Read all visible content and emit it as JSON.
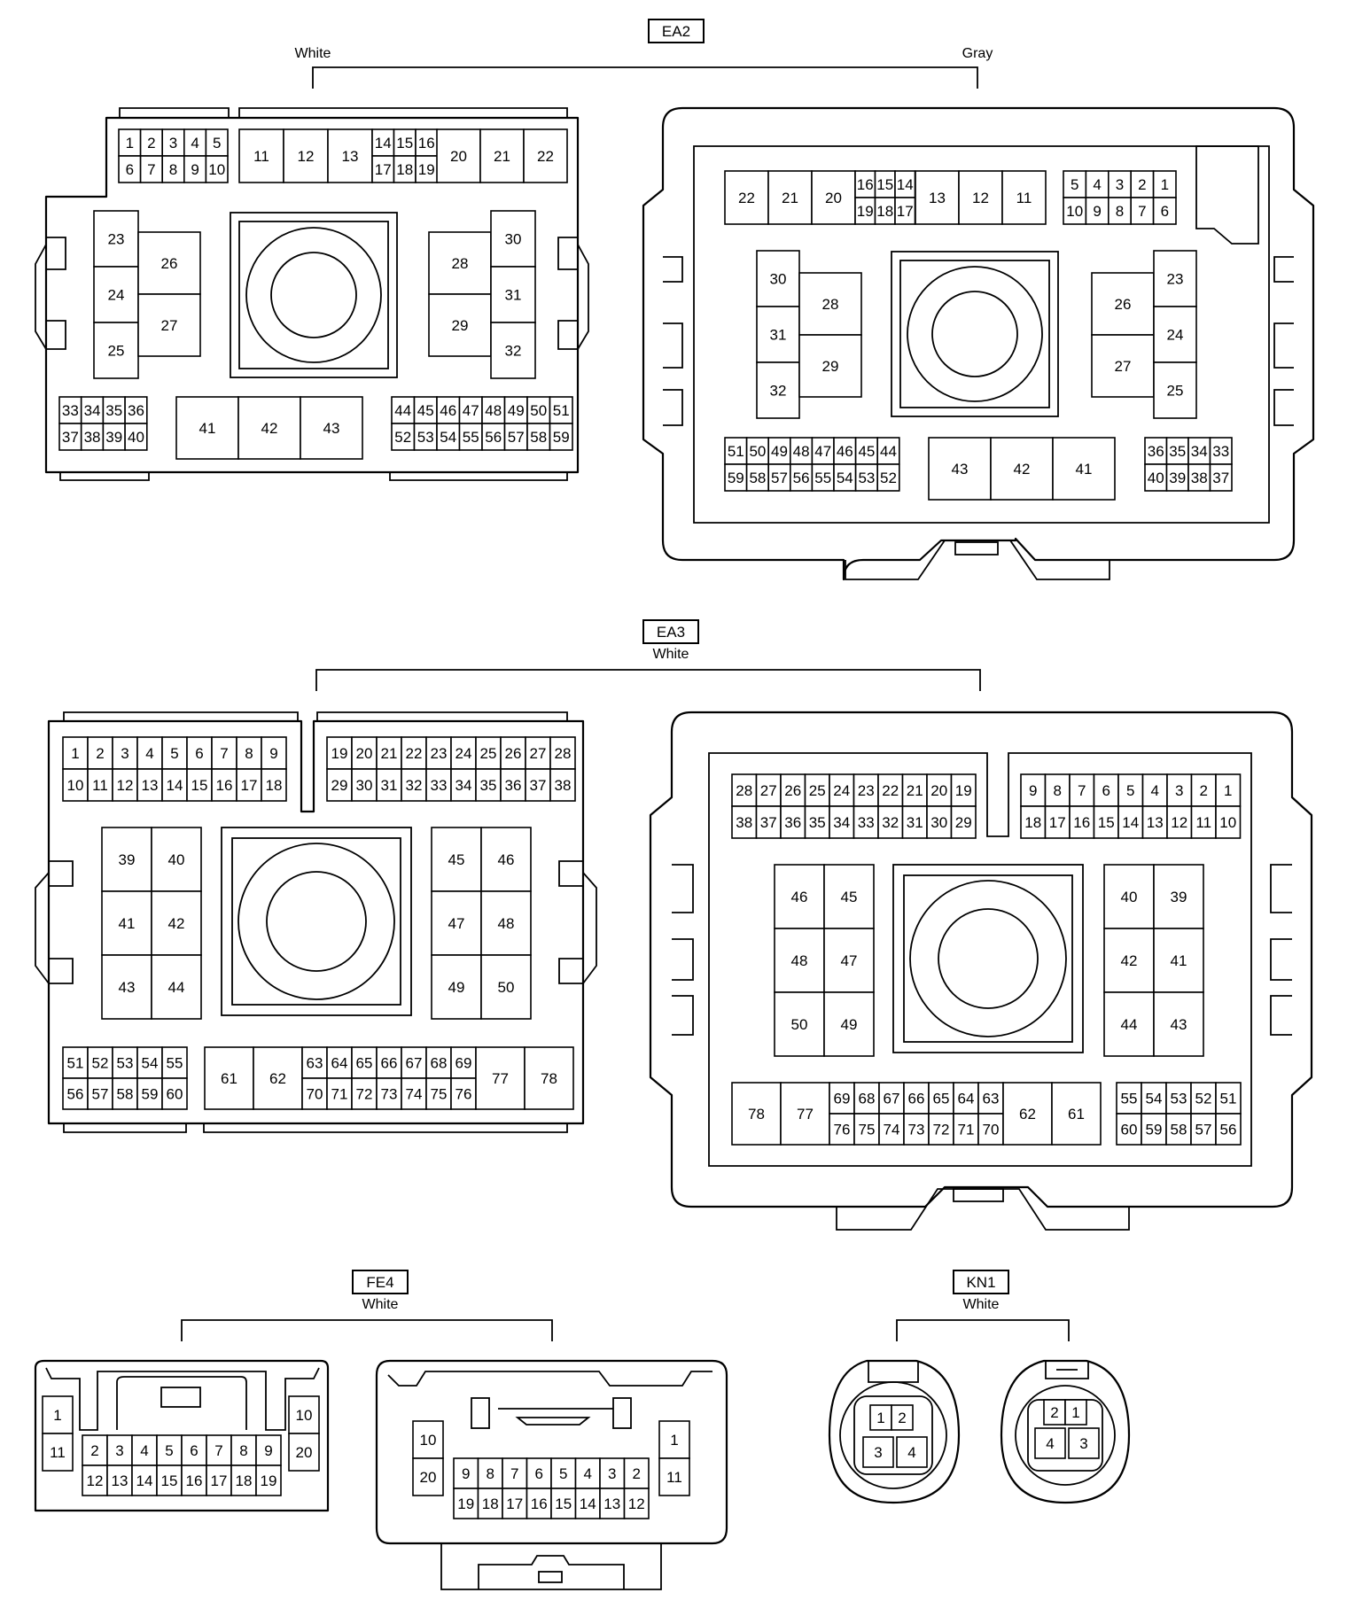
{
  "connectors": {
    "ea2": {
      "tag": "EA2",
      "left_color": "White",
      "right_color": "Gray",
      "male": {
        "top_small": [
          [
            "1",
            "2",
            "3",
            "4",
            "5"
          ],
          [
            "6",
            "7",
            "8",
            "9",
            "10"
          ]
        ],
        "top_big_left": [
          "11",
          "12",
          "13"
        ],
        "top_mid": [
          [
            "14",
            "15",
            "16"
          ],
          [
            "17",
            "18",
            "19"
          ]
        ],
        "top_big_right": [
          "20",
          "21",
          "22"
        ],
        "left_col": [
          "23",
          "24",
          "25"
        ],
        "left_pair": [
          "26",
          "27"
        ],
        "right_pair": [
          "28",
          "29"
        ],
        "right_col": [
          "30",
          "31",
          "32"
        ],
        "bottom_left": [
          [
            "33",
            "34",
            "35",
            "36"
          ],
          [
            "37",
            "38",
            "39",
            "40"
          ]
        ],
        "bottom_mid": [
          "41",
          "42",
          "43"
        ],
        "bottom_right": [
          [
            "44",
            "45",
            "46",
            "47",
            "48",
            "49",
            "50",
            "51"
          ],
          [
            "52",
            "53",
            "54",
            "55",
            "56",
            "57",
            "58",
            "59"
          ]
        ]
      },
      "female": {
        "top_big_left": [
          "22",
          "21",
          "20"
        ],
        "top_mid": [
          [
            "16",
            "15",
            "14"
          ],
          [
            "19",
            "18",
            "17"
          ]
        ],
        "top_big_right": [
          "13",
          "12",
          "11"
        ],
        "top_small": [
          [
            "5",
            "4",
            "3",
            "2",
            "1"
          ],
          [
            "10",
            "9",
            "8",
            "7",
            "6"
          ]
        ],
        "left_col": [
          "30",
          "31",
          "32"
        ],
        "left_pair": [
          "28",
          "29"
        ],
        "right_pair": [
          "26",
          "27"
        ],
        "right_col": [
          "23",
          "24",
          "25"
        ],
        "bottom_left": [
          [
            "51",
            "50",
            "49",
            "48",
            "47",
            "46",
            "45",
            "44"
          ],
          [
            "59",
            "58",
            "57",
            "56",
            "55",
            "54",
            "53",
            "52"
          ]
        ],
        "bottom_mid": [
          "43",
          "42",
          "41"
        ],
        "bottom_right": [
          [
            "36",
            "35",
            "34",
            "33"
          ],
          [
            "40",
            "39",
            "38",
            "37"
          ]
        ]
      }
    },
    "ea3": {
      "tag": "EA3",
      "color": "White",
      "male": {
        "top_left": [
          [
            "1",
            "2",
            "3",
            "4",
            "5",
            "6",
            "7",
            "8",
            "9"
          ],
          [
            "10",
            "11",
            "12",
            "13",
            "14",
            "15",
            "16",
            "17",
            "18"
          ]
        ],
        "top_right": [
          [
            "19",
            "20",
            "21",
            "22",
            "23",
            "24",
            "25",
            "26",
            "27",
            "28"
          ],
          [
            "29",
            "30",
            "31",
            "32",
            "33",
            "34",
            "35",
            "36",
            "37",
            "38"
          ]
        ],
        "left_grid": [
          [
            "39",
            "40"
          ],
          [
            "41",
            "42"
          ],
          [
            "43",
            "44"
          ]
        ],
        "right_grid": [
          [
            "45",
            "46"
          ],
          [
            "47",
            "48"
          ],
          [
            "49",
            "50"
          ]
        ],
        "bottom_left": [
          [
            "51",
            "52",
            "53",
            "54",
            "55"
          ],
          [
            "56",
            "57",
            "58",
            "59",
            "60"
          ]
        ],
        "bottom_big_left": [
          "61",
          "62"
        ],
        "bottom_mid": [
          [
            "63",
            "64",
            "65",
            "66",
            "67",
            "68",
            "69"
          ],
          [
            "70",
            "71",
            "72",
            "73",
            "74",
            "75",
            "76"
          ]
        ],
        "bottom_big_right": [
          "77",
          "78"
        ]
      },
      "female": {
        "top_left": [
          [
            "28",
            "27",
            "26",
            "25",
            "24",
            "23",
            "22",
            "21",
            "20",
            "19"
          ],
          [
            "38",
            "37",
            "36",
            "35",
            "34",
            "33",
            "32",
            "31",
            "30",
            "29"
          ]
        ],
        "top_right": [
          [
            "9",
            "8",
            "7",
            "6",
            "5",
            "4",
            "3",
            "2",
            "1"
          ],
          [
            "18",
            "17",
            "16",
            "15",
            "14",
            "13",
            "12",
            "11",
            "10"
          ]
        ],
        "left_grid": [
          [
            "46",
            "45"
          ],
          [
            "48",
            "47"
          ],
          [
            "50",
            "49"
          ]
        ],
        "right_grid": [
          [
            "40",
            "39"
          ],
          [
            "42",
            "41"
          ],
          [
            "44",
            "43"
          ]
        ],
        "bottom_big_left": [
          "78",
          "77"
        ],
        "bottom_mid": [
          [
            "69",
            "68",
            "67",
            "66",
            "65",
            "64",
            "63"
          ],
          [
            "76",
            "75",
            "74",
            "73",
            "72",
            "71",
            "70"
          ]
        ],
        "bottom_big_right": [
          "62",
          "61"
        ],
        "bottom_right": [
          [
            "55",
            "54",
            "53",
            "52",
            "51"
          ],
          [
            "60",
            "59",
            "58",
            "57",
            "56"
          ]
        ]
      }
    },
    "fe4": {
      "tag": "FE4",
      "color": "White",
      "male": {
        "left_col": [
          "1",
          "11"
        ],
        "mid": [
          [
            "2",
            "3",
            "4",
            "5",
            "6",
            "7",
            "8",
            "9"
          ],
          [
            "12",
            "13",
            "14",
            "15",
            "16",
            "17",
            "18",
            "19"
          ]
        ],
        "right_col": [
          "10",
          "20"
        ]
      },
      "female": {
        "left_col": [
          "10",
          "20"
        ],
        "mid": [
          [
            "9",
            "8",
            "7",
            "6",
            "5",
            "4",
            "3",
            "2"
          ],
          [
            "19",
            "18",
            "17",
            "16",
            "15",
            "14",
            "13",
            "12"
          ]
        ],
        "right_col": [
          "1",
          "11"
        ]
      }
    },
    "kn1": {
      "tag": "KN1",
      "color": "White",
      "male": [
        [
          "1",
          "2"
        ],
        [
          "3",
          "4"
        ]
      ],
      "female": [
        [
          "2",
          "1"
        ],
        [
          "4",
          "3"
        ]
      ]
    }
  }
}
